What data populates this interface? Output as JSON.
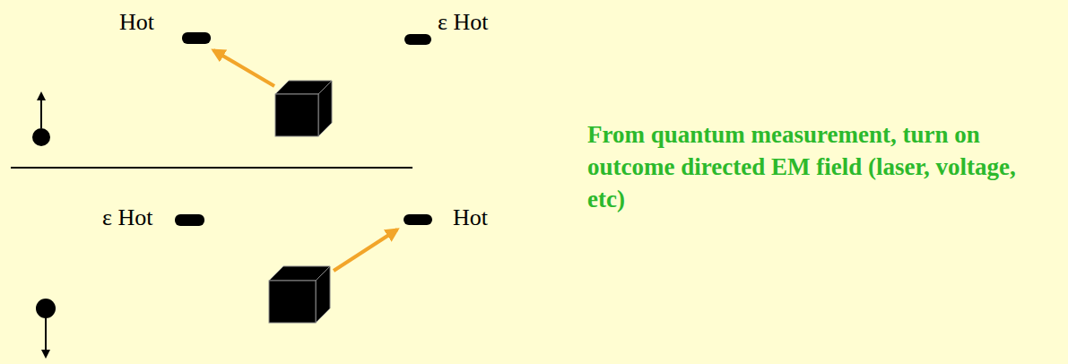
{
  "diagram": {
    "labels": [
      "Hot",
      "ε Hot",
      "ε Hot",
      "Hot",
      "From quantum measurement, turn on outcome directed EM field (laser, voltage, etc)"
    ]
  }
}
